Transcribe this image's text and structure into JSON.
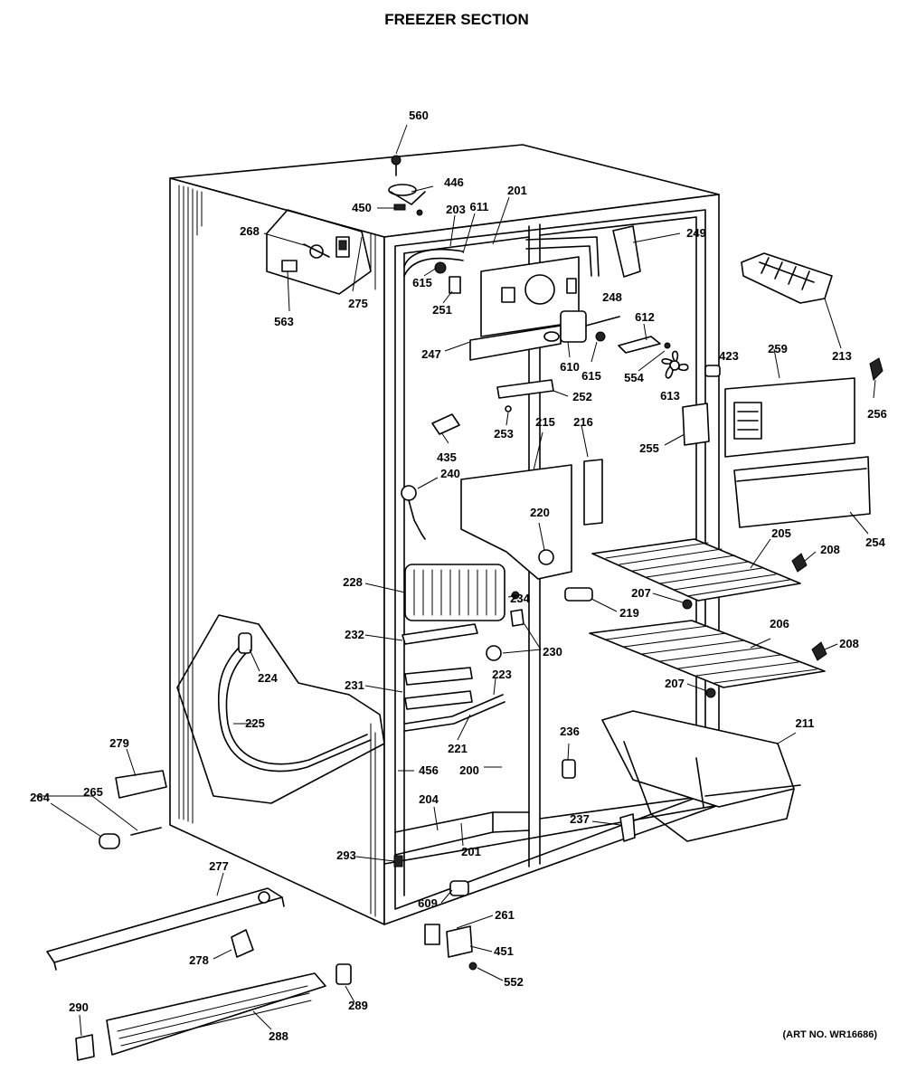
{
  "title": "FREEZER SECTION",
  "art_no": "(ART NO. WR16686)",
  "parts": [
    "560",
    "446",
    "450",
    "201",
    "203",
    "611",
    "268",
    "249",
    "615",
    "251",
    "248",
    "275",
    "563",
    "213",
    "247",
    "612",
    "423",
    "259",
    "610",
    "615",
    "554",
    "252",
    "613",
    "256",
    "253",
    "216",
    "215",
    "435",
    "255",
    "240",
    "220",
    "254",
    "205",
    "208",
    "228",
    "234",
    "207",
    "219",
    "232",
    "230",
    "206",
    "208",
    "224",
    "223",
    "207",
    "231",
    "225",
    "211",
    "221",
    "279",
    "236",
    "456",
    "200",
    "204",
    "265",
    "264",
    "237",
    "201",
    "293",
    "277",
    "609",
    "261",
    "278",
    "451",
    "552",
    "290",
    "289",
    "288"
  ]
}
